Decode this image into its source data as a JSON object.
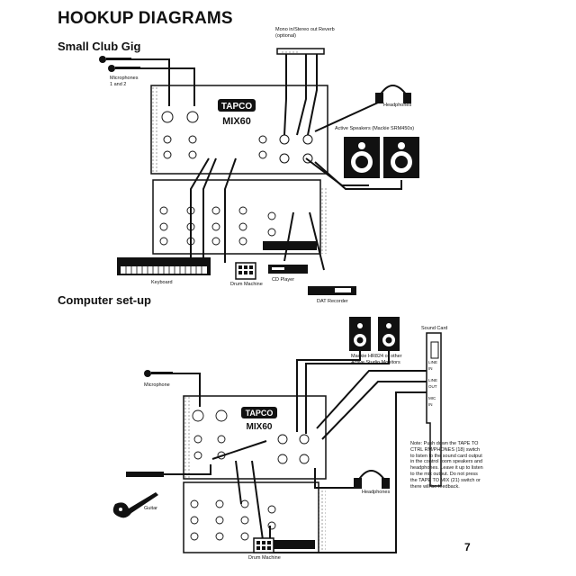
{
  "page": {
    "title": "HOOKUP DIAGRAMS",
    "page_number": "7"
  },
  "small_club": {
    "heading": "Small Club Gig",
    "mixer_brand": "TAPCO",
    "mixer_model": "MIX60",
    "labels": {
      "reverb": "Mono in/Stereo out Reverb\n(optional)",
      "mics": "Microphones\n1 and 2",
      "headphones": "Headphones",
      "speakers": "Active Speakers (Mackie SRM450s)",
      "keyboard": "Keyboard",
      "drum": "Drum Machine",
      "cd": "CD Player",
      "dat": "DAT Recorder"
    }
  },
  "computer": {
    "heading": "Computer set-up",
    "mixer_brand": "TAPCO",
    "mixer_model": "MIX60",
    "labels": {
      "monitors": "Mackie HR824 or other\nActive Studio Monitors",
      "soundcard": "Sound Card",
      "microphone": "Microphone",
      "headphones": "Headphones",
      "guitar": "Guitar",
      "drum": "Drum Machine",
      "line_in": "LINE\nIN",
      "line_out": "LINE\nOUT",
      "mic_in": "MIC\nIN"
    },
    "note": "Note: Push down the TAPE TO CTRL RM/PHONES (18) switch to listen to the sound card output in the control room speakers and headphones. Leave it up to listen to the mix output. Do not press the TAPE TO MIX (21) switch or there will be feedback."
  },
  "icons": [
    "microphone-icon",
    "headphones-icon",
    "speaker-icon",
    "keyboard-icon",
    "drum-machine-icon",
    "cd-player-icon",
    "dat-recorder-icon",
    "guitar-icon",
    "sound-card-icon",
    "reverb-unit-icon",
    "mixer-icon"
  ]
}
